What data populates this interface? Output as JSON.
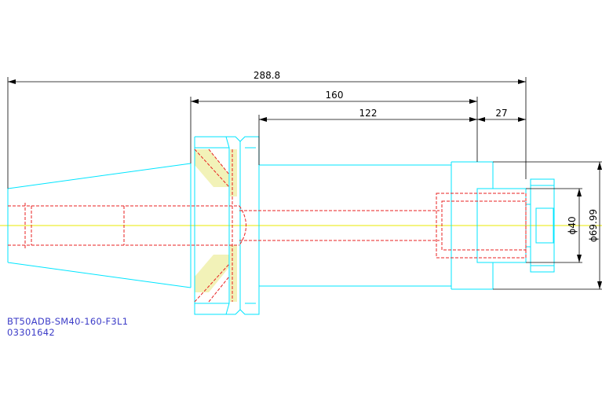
{
  "part_label": {
    "model": "BT50ADB-SM40-160-F3L1",
    "code": "03301642"
  },
  "dimensions": {
    "overall_length": "288.8",
    "length_from_flange": "160",
    "body_length": "122",
    "nose_length": "27",
    "bore_diameter": "ϕ40",
    "outer_diameter": "ϕ69.99"
  },
  "colors": {
    "outline": "#00e5ff",
    "hidden": "#e82020",
    "centerline": "#e8e800",
    "dimension": "#000000",
    "label": "#3c3cc8",
    "hatch": "#e8e8a0"
  }
}
